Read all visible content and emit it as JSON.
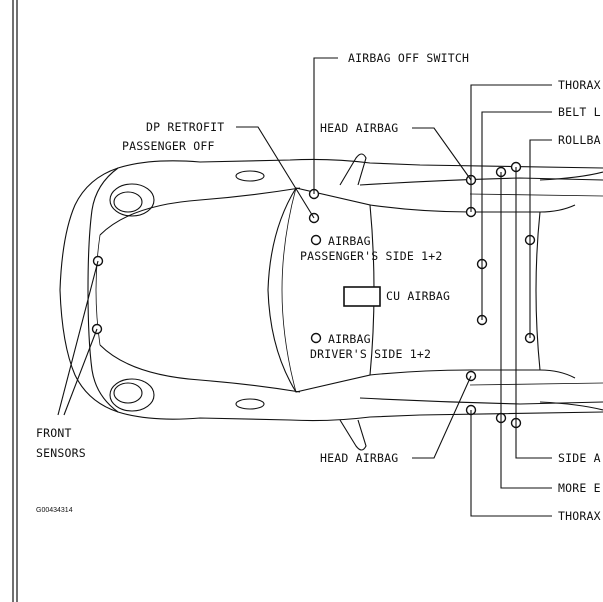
{
  "figure_id": "G00434314",
  "labels": {
    "airbag_off_switch": "AIRBAG OFF SWITCH",
    "dp_retrofit_line1": "DP RETROFIT",
    "dp_retrofit_line2": "PASSENGER OFF",
    "head_airbag_top": "HEAD AIRBAG",
    "head_airbag_bottom": "HEAD AIRBAG",
    "thorax_top": "THORAX",
    "belt": "BELT L",
    "rollbar": "ROLLBA",
    "airbag_passenger_line1": "AIRBAG",
    "airbag_passenger_line2": "PASSENGER'S SIDE 1+2",
    "cu_airbag": "CU AIRBAG",
    "airbag_driver_line1": "AIRBAG",
    "airbag_driver_line2": "DRIVER'S SIDE 1+2",
    "front_sensors_line1": "FRONT",
    "front_sensors_line2": "SENSORS",
    "side": "SIDE A",
    "more": "MORE E",
    "thorax_bottom": "THORAX"
  }
}
